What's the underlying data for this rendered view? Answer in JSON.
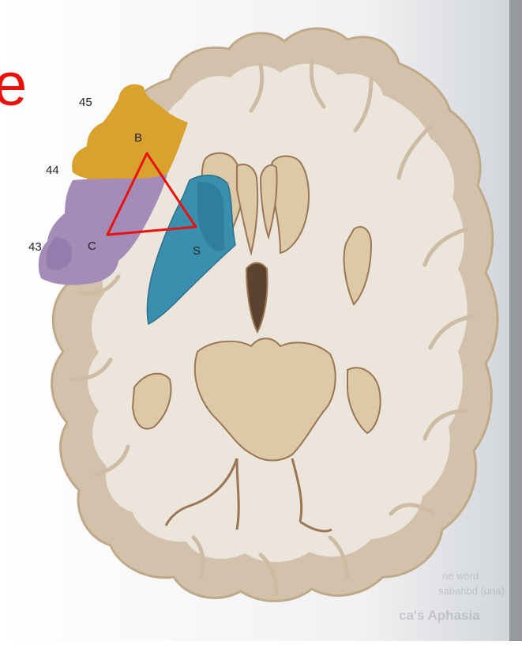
{
  "figure": {
    "corner_fragment": "e",
    "area_labels": {
      "area_45": "45",
      "area_44": "44",
      "area_43": "43"
    },
    "vertex_labels": {
      "b": "B",
      "c": "C",
      "s": "S"
    },
    "background_text": [
      "ne word",
      "sabahbd (una)",
      "ca's Aphasia"
    ]
  },
  "colors": {
    "accent_red": "#e8120c",
    "area_45_44": "#d9a22e",
    "area_43": "#a48bb8",
    "putamen_region": "#3a8fae",
    "brain_tissue": "#ede6dc",
    "cortex_band": "#cdbba4",
    "deep_structures": "#ddc9a8",
    "outline": "#9a7654"
  }
}
